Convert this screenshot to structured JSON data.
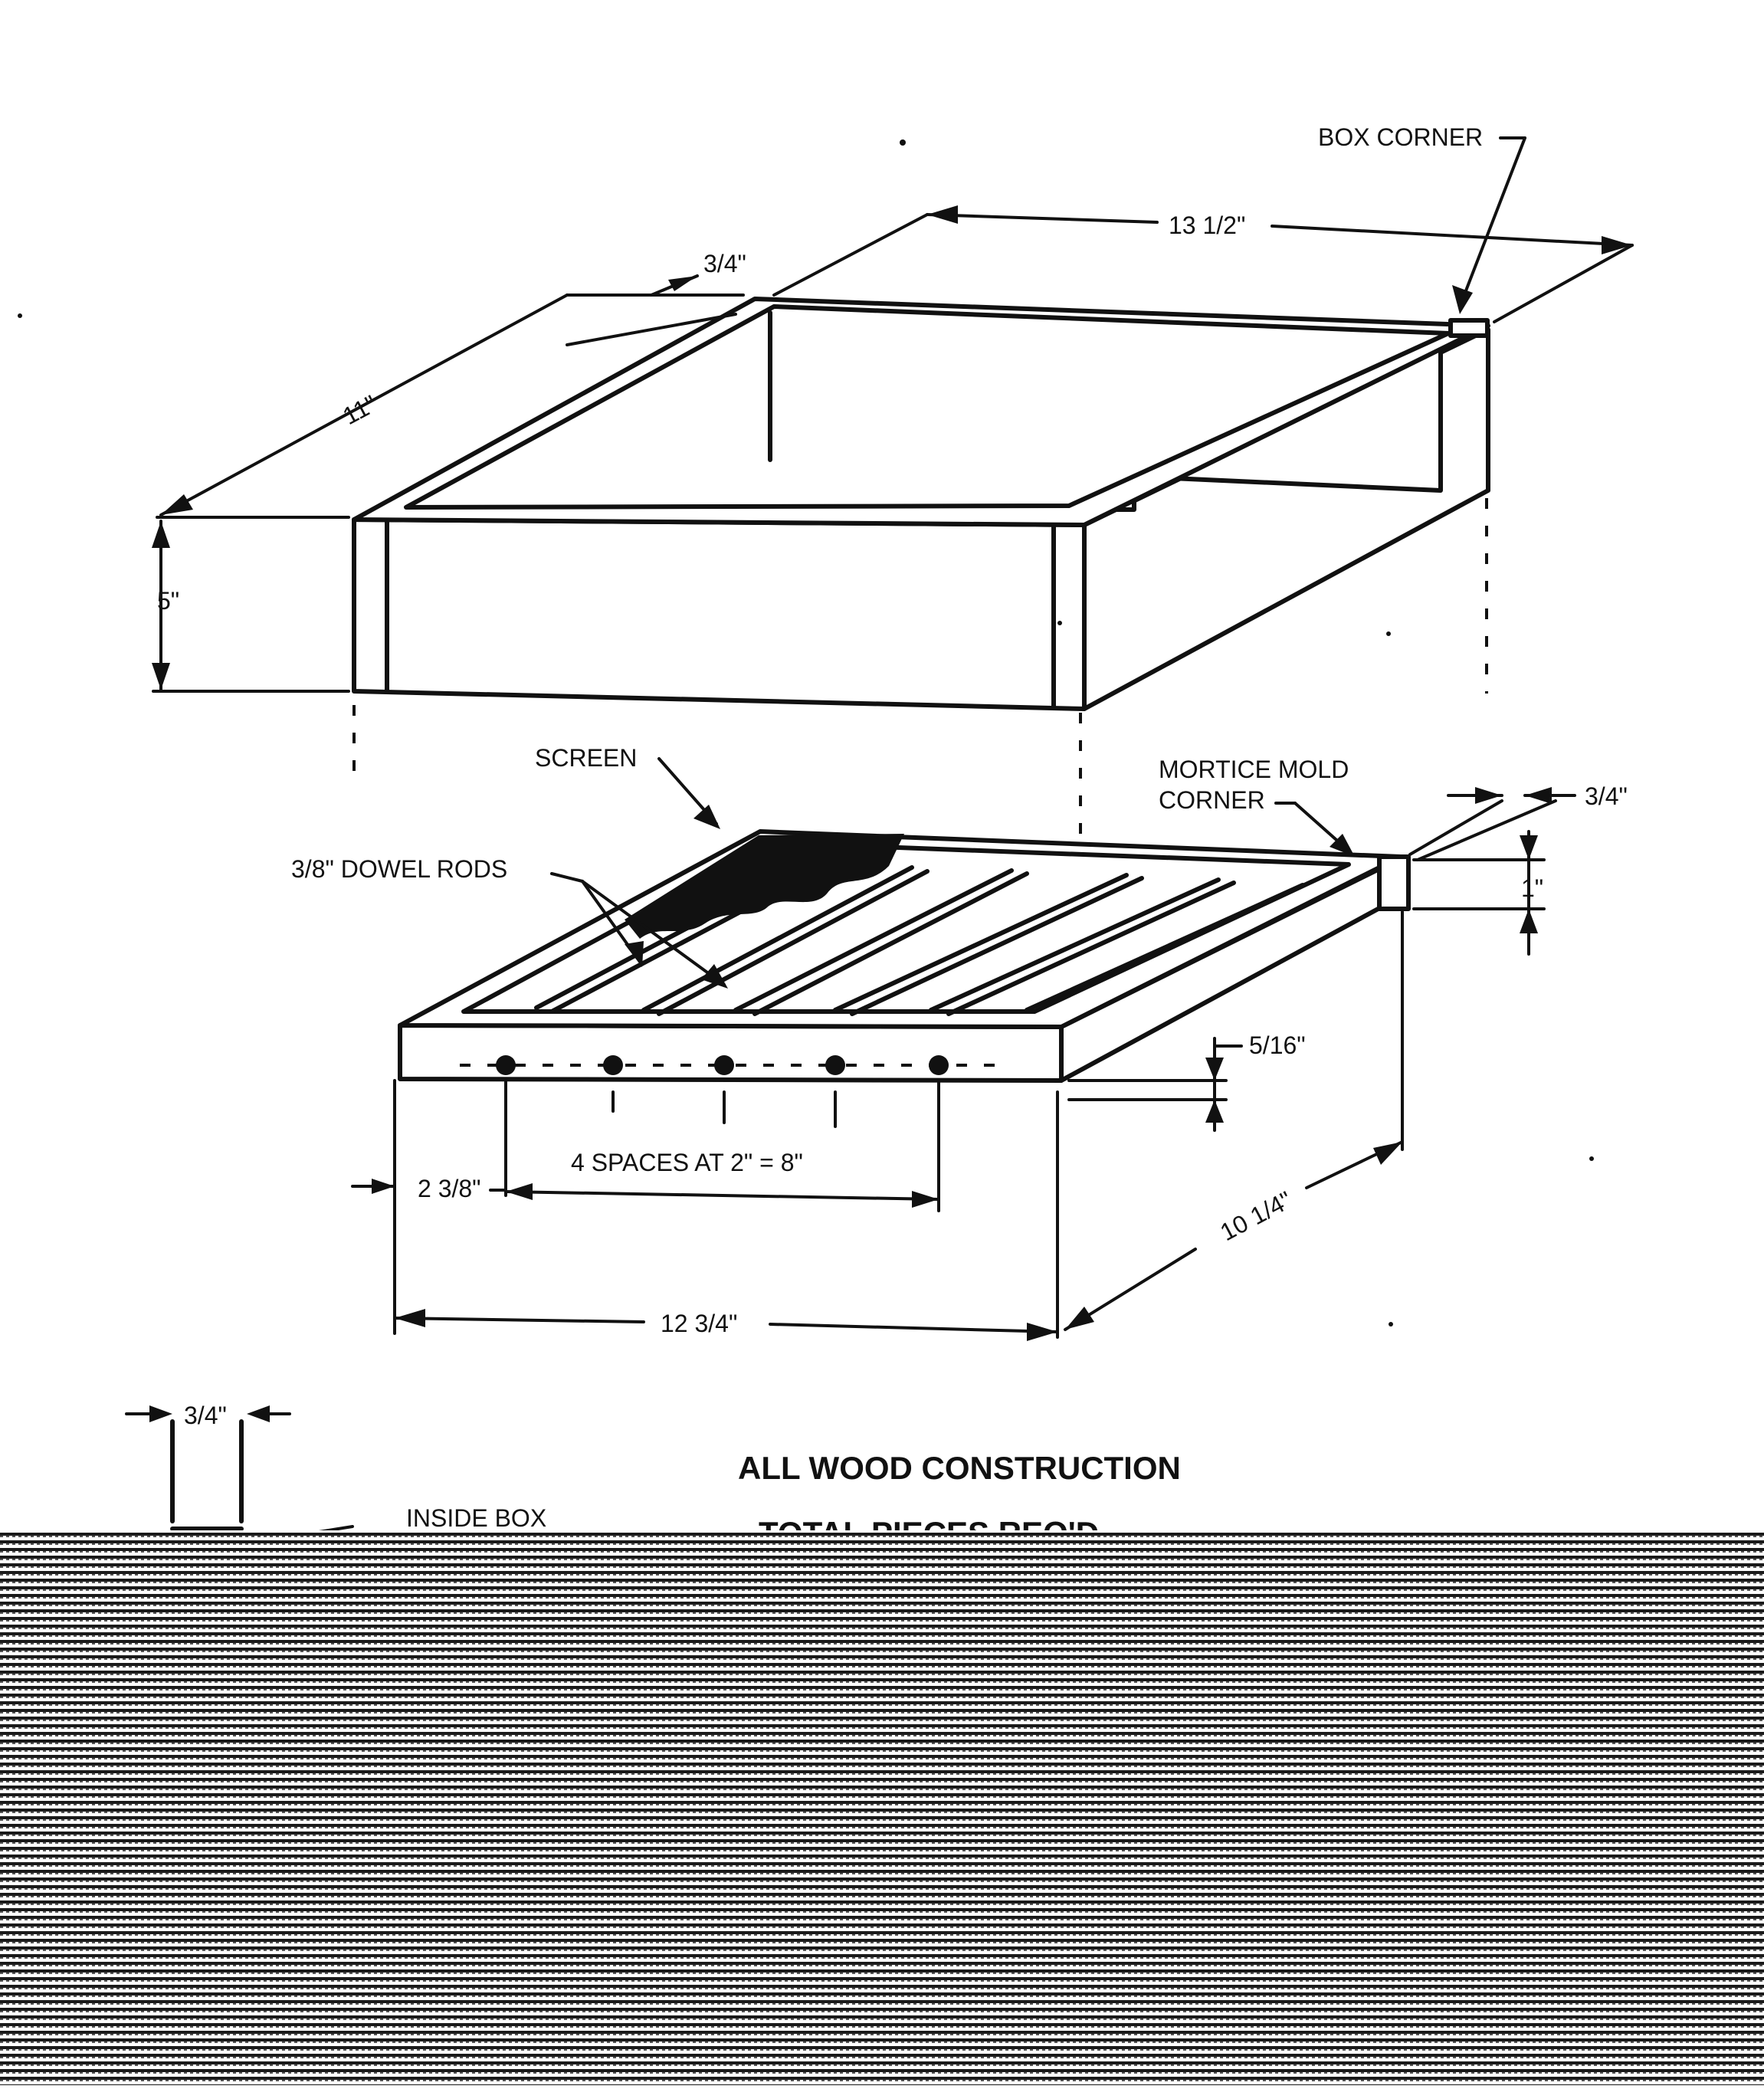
{
  "labels": {
    "box_corner": "BOX CORNER",
    "top_length": "13 1/2\"",
    "top_thickness": "3/4\"",
    "top_depth": "11\"",
    "top_height": "5\"",
    "screen": "SCREEN",
    "mortice_line1": "MORTICE MOLD",
    "mortice_line2": "CORNER",
    "right_thickness": "3/4\"",
    "dowel_rods": "3/8\" DOWEL RODS",
    "frame_height": "1\"",
    "dowel_offset": "5/16\"",
    "spaces": "4 SPACES AT 2\" = 8\"",
    "left_offset": "2 3/8\"",
    "bottom_depth": "10 1/4\"",
    "bottom_length": "12 3/4\"",
    "section_thickness": "3/4\"",
    "inside_box": "INSIDE BOX",
    "construction": "ALL WOOD CONSTRUCTION",
    "total_pieces": "TOTAL PIECES REQ'D"
  }
}
